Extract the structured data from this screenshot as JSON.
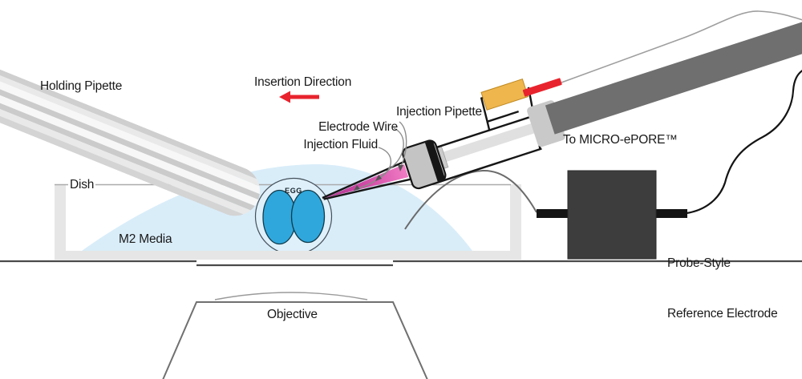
{
  "figure": {
    "labels": {
      "holding_pipette": "Holding Pipette",
      "insertion_direction": "Insertion Direction",
      "electrode_wire": "Electrode Wire",
      "injection_fluid": "Injection Fluid",
      "injection_pipette": "Injection Pipette",
      "to_micro_epore": "To MICRO-ePORE™",
      "dish": "Dish",
      "m2_media": "M2 Media",
      "egg": "EGG",
      "probe_line1": "Probe-Style",
      "probe_line2": "Reference Electrode",
      "objective": "Objective"
    },
    "colors": {
      "accent_red": "#e8232d",
      "media_blue": "#d9edf9",
      "egg_zona": "#dff0fb",
      "egg_cells": "#2fa7dc",
      "injection_fluid_pink": "#cf4aa5",
      "grip_orange": "#efb64e",
      "holder_rod_gray": "#6f6f6f",
      "probe_box_gray": "#3d3d3d",
      "dish_gray": "#e6e6e6"
    }
  }
}
